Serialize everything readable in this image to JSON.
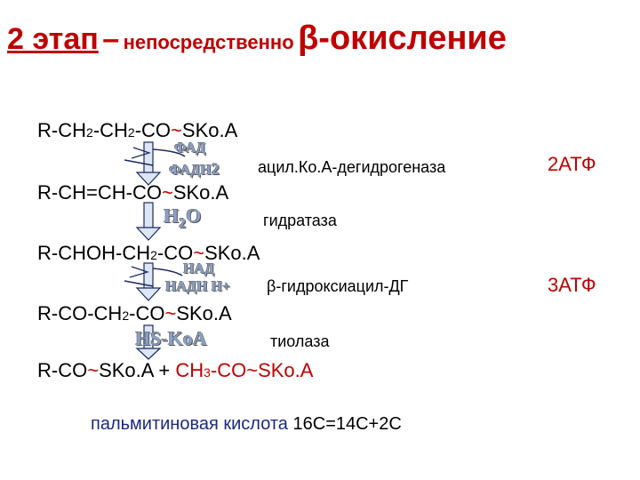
{
  "title": {
    "stage": "2 этап",
    "dash": "–",
    "directly": "непосредственно",
    "beta": "β-окисление"
  },
  "formulas": {
    "f1": {
      "a": "R-CH",
      "s1": "2",
      "b": "-CH",
      "s2": "2",
      "c": "-CO",
      "tilde": "~",
      "d": "SKo.A"
    },
    "f2": {
      "a": "R-CH=CH-CO",
      "tilde": "~",
      "d": "SKo.A"
    },
    "f3": {
      "a": "R-CHOH-CH",
      "s1": "2",
      "b": "-CO",
      "tilde": "~",
      "d": "SKo.A"
    },
    "f4": {
      "a": "R-CO-CH",
      "s1": "2",
      "b": "-CO",
      "tilde": "~",
      "d": "SKo.A"
    },
    "f5": {
      "a": "R-CO",
      "tilde": "~",
      "b": "SKo.A  +  ",
      "c": "CH",
      "s1": "3",
      "d": "-CO~SKo.A"
    }
  },
  "cofactors": {
    "fad": "ФАД",
    "fadh2": "ФАДН",
    "fadh2_sub": "2",
    "water_h": "H",
    "water_sub": "2",
    "water_o": "O",
    "nad": "НАД",
    "nadh": "НАДН Н+",
    "hskoa": "HS-KoA"
  },
  "enzymes": {
    "e1": "ацил.Ко.А-дегидрогеназа",
    "e2": "гидратаза",
    "e3": "β-гидроксиацил-ДГ",
    "e4": "тиолаза"
  },
  "atp": {
    "a1": "2АТФ",
    "a2": "3АТФ"
  },
  "footer": {
    "part1": "пальмитиновая кислота",
    "part2": "16С=14С+2С"
  },
  "colors": {
    "title_red": "#c00000",
    "tilde_red": "#c00000",
    "footer_blue": "#1a2a80",
    "arrow_fill": "#dde6f4",
    "arrow_stroke": "#1a2a60"
  }
}
